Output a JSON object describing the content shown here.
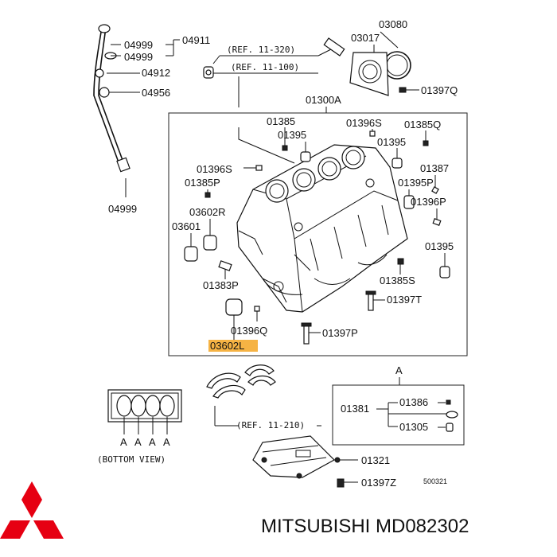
{
  "labels": {
    "p04911": "04911",
    "p04999a": "04999",
    "p04999b": "04999",
    "p04912": "04912",
    "p04956": "04956",
    "p04999c": "04999",
    "ref320": "(REF. 11-320)",
    "ref100": "(REF. 11-100)",
    "p03080": "03080",
    "p03017": "03017",
    "p01397Q": "01397Q",
    "p01300A": "01300A",
    "p01385": "01385",
    "p01395a": "01395",
    "p01396S": "01396S",
    "p01385Q": "01385Q",
    "p01395b": "01395",
    "p01396S2": "01396S",
    "p01385P": "01385P",
    "p01387": "01387",
    "p01395P": "01395P",
    "p03602R": "03602R",
    "p01396P": "01396P",
    "p03601": "03601",
    "p01395c": "01395",
    "p01385S": "01385S",
    "p01383P": "01383P",
    "p01397T": "01397T",
    "p01396Q": "01396Q",
    "p01397P": "01397P",
    "p03602L": "03602L",
    "detailA": "A",
    "p01381": "01381",
    "p01386": "01386",
    "p01305": "01305",
    "ref210": "(REF. 11-210)",
    "bottomView": "(BOTTOM VIEW)",
    "p01321": "01321",
    "p01397Z": "01397Z",
    "drawingNo": "500321",
    "bv_a1": "A",
    "bv_a2": "A",
    "bv_a3": "A",
    "bv_a4": "A"
  },
  "brand": {
    "text": "MITSUBISHI MD082302",
    "logo_color": "#e60012"
  },
  "colors": {
    "highlight": "#f5a623"
  }
}
